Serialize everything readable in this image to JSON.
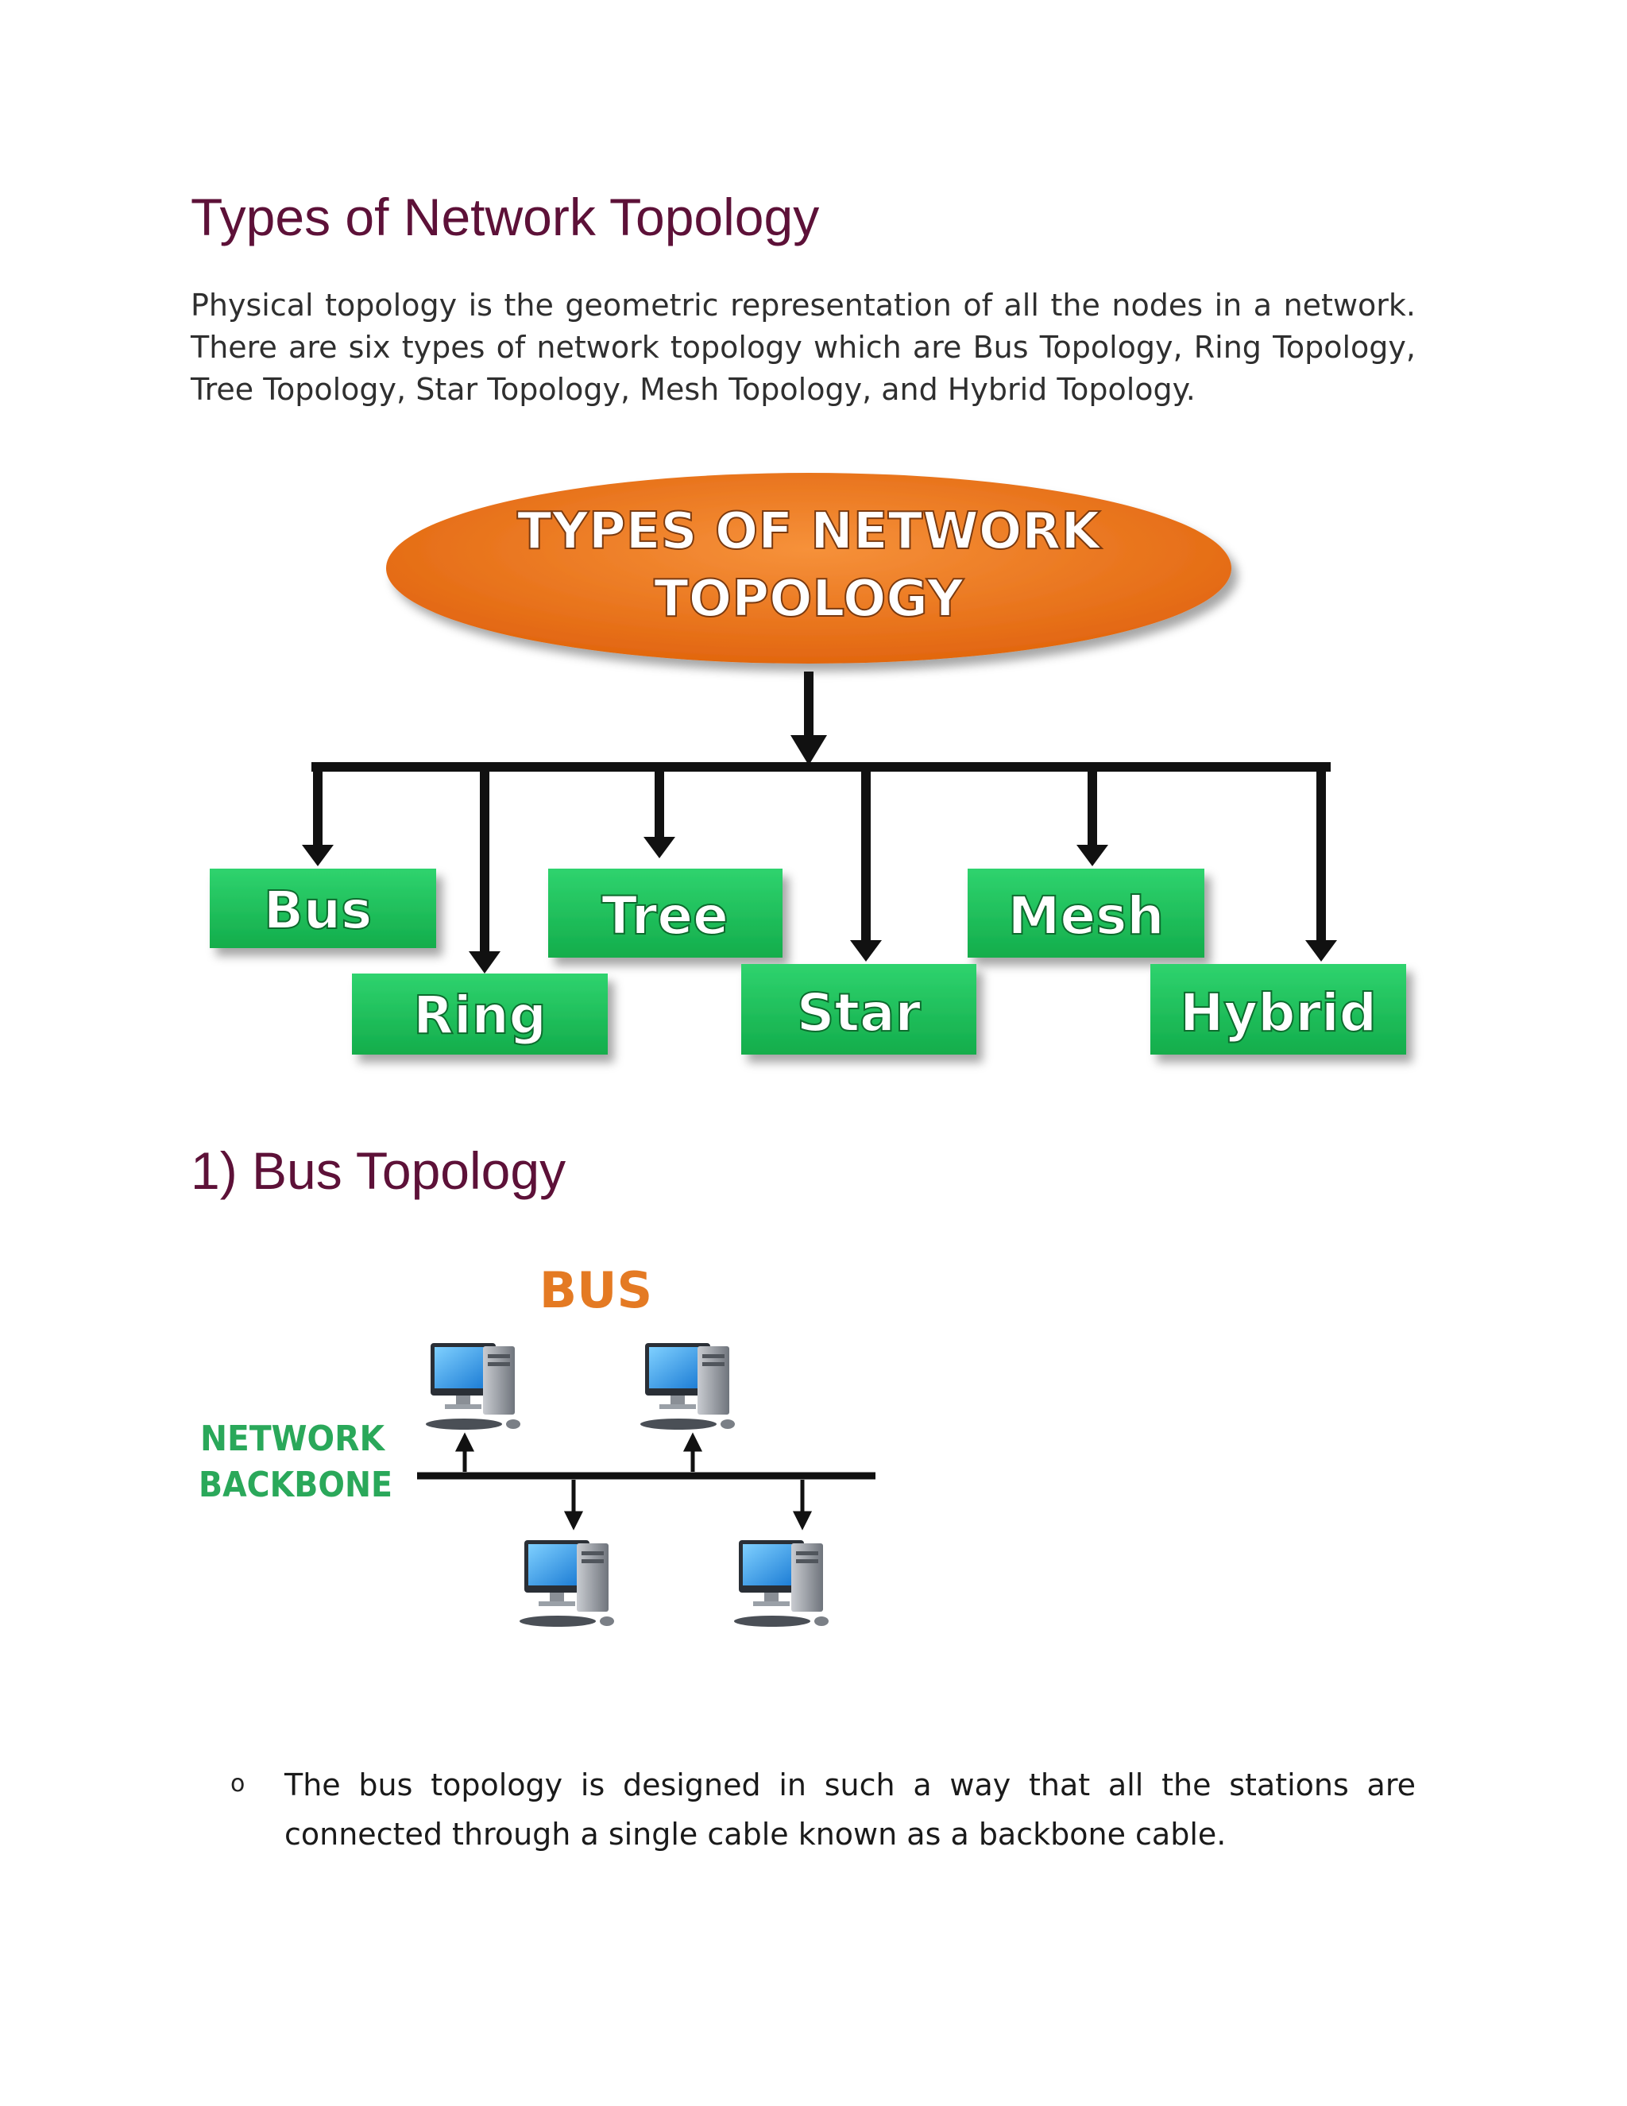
{
  "heading": "Types of Network Topology",
  "intro": "Physical topology is the geometric representation of all the nodes in a network. There are six types of network topology which are Bus Topology, Ring Topology, Tree Topology, Star Topology, Mesh Topology, and Hybrid Topology.",
  "diagram": {
    "root_line1": "TYPES OF NETWORK",
    "root_line2": "TOPOLOGY",
    "nodes": [
      "Bus",
      "Ring",
      "Tree",
      "Star",
      "Mesh",
      "Hybrid"
    ],
    "colors": {
      "root": "#ef7a1a",
      "node": "#1fbf5a",
      "connector": "#111111"
    }
  },
  "section1": {
    "heading": "1) Bus Topology",
    "figure": {
      "title": "BUS",
      "label_line1": "NETWORK",
      "label_line2": "BACKBONE",
      "icons": [
        "computer-icon",
        "computer-icon",
        "computer-icon",
        "computer-icon"
      ]
    },
    "bullet_mark": "o",
    "bullet_text": "The bus topology is designed in such a way that all the stations are connected through a single cable known as a backbone cable."
  }
}
